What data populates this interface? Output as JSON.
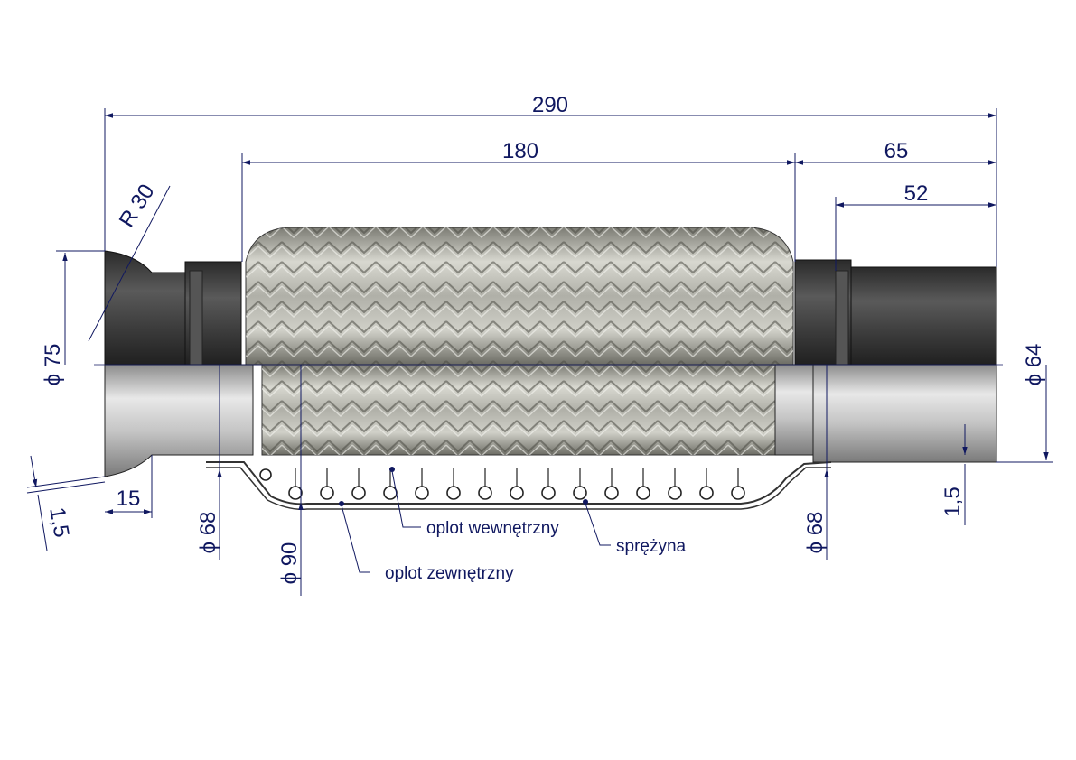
{
  "dimensions": {
    "overall_length": "290",
    "braid_length": "180",
    "right_end_length": "65",
    "right_pipe_length": "52",
    "flare_radius": "R 30",
    "outer_diameter_left": "ϕ 75",
    "outer_diameter_right": "ϕ 64",
    "inner_diameter_left": "ϕ 68",
    "inner_diameter_right": "ϕ 68",
    "braid_diameter": "ϕ 90",
    "wall_thickness_left": "1,5",
    "wall_thickness_right": "1,5",
    "flare_length": "15"
  },
  "labels": {
    "inner_braid": "oplot wewnętrzny",
    "outer_braid": "oplot zewnętrzny",
    "spring": "sprężyna"
  },
  "colors": {
    "dimension_line": "#101860",
    "pipe_dark": "#3a3a3a",
    "pipe_light": "#c8c8c8",
    "braid": "#a8a8a0"
  }
}
